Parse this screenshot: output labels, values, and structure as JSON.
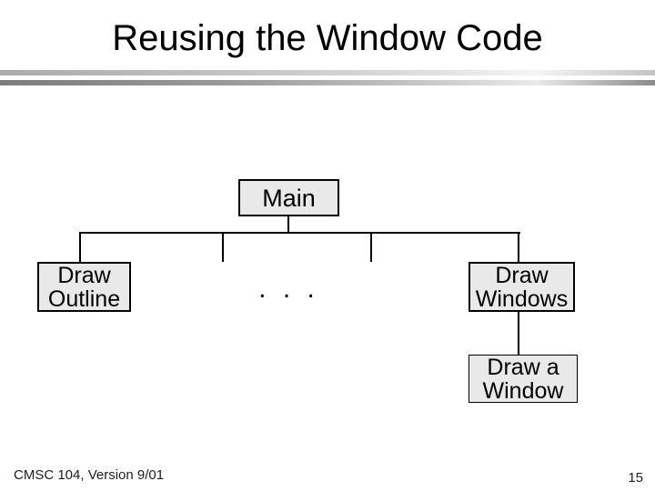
{
  "slide": {
    "title": "Reusing the Window Code",
    "footer": "CMSC 104, Version 9/01",
    "page_number": "15"
  },
  "diagram": {
    "nodes": {
      "main": {
        "label": "Main"
      },
      "draw_outline": {
        "line1": "Draw",
        "line2": "Outline"
      },
      "draw_windows": {
        "line1": "Draw",
        "line2": "Windows"
      },
      "draw_a_window": {
        "line1": "Draw a",
        "line2": "Window"
      },
      "ellipsis": ". . ."
    },
    "colors": {
      "node_fill": "#e9e9e9",
      "node_border": "#000000",
      "connector": "#000000",
      "rule_upper_start": "#ababab",
      "rule_lower_start": "#7d7d7d",
      "background": "#ffffff"
    }
  }
}
